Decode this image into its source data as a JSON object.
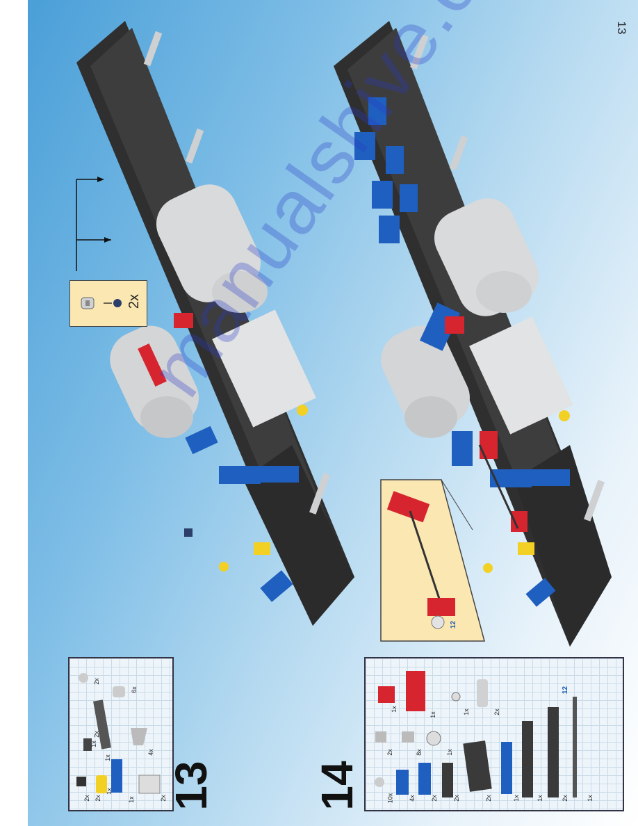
{
  "page": {
    "number": "13"
  },
  "steps": [
    {
      "number": "13",
      "callout_quantity": "2x",
      "parts": {
        "quantities": [
          "2x",
          "2x",
          "1x",
          "1x",
          "2x",
          "1x",
          "4x",
          "2x",
          "6x",
          "1x",
          "2x"
        ]
      }
    },
    {
      "number": "14",
      "axle_callout_length": "12",
      "parts": {
        "quantities_row1": [
          "10x",
          "4x",
          "2x",
          "2x",
          "2x",
          "1x",
          "1x",
          "2x",
          "1x"
        ],
        "quantities_row2": [
          "2x",
          "8x",
          "1x"
        ],
        "quantities_row3": [
          "1x",
          "1x",
          "1x",
          "2x"
        ],
        "axle_length": "12"
      }
    }
  ],
  "watermark": "manualshive.com",
  "colors": {
    "background_start": "#4a9fd8",
    "callout": "#fbe7b2",
    "brick_red": "#d6252e",
    "brick_blue": "#1f5fbf",
    "brick_yellow": "#f3d024",
    "beam_black": "#2d2d2d",
    "beam_gray": "#a9acae"
  }
}
